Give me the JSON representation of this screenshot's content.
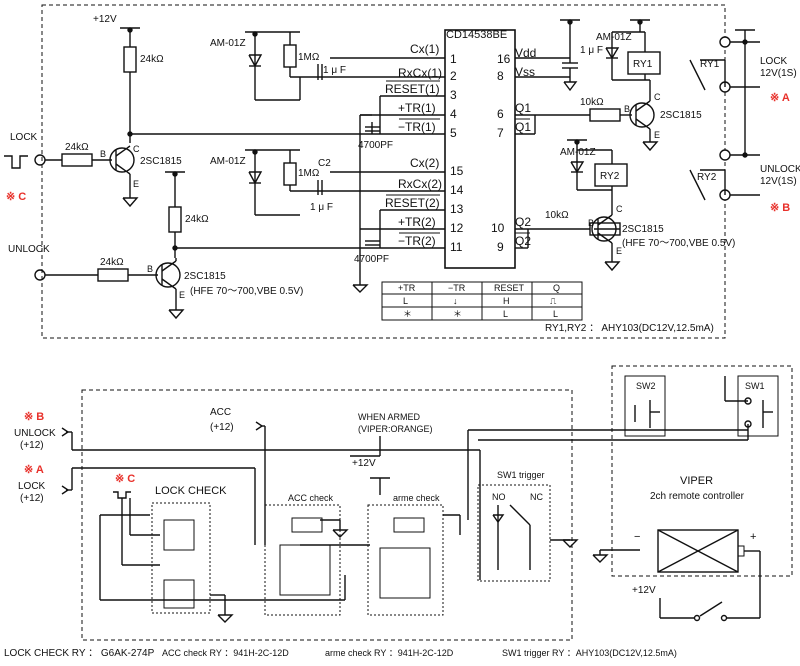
{
  "top": {
    "ic_name": "CD14538BE",
    "left_pins": [
      {
        "name": "Cx(1)",
        "num": "1"
      },
      {
        "name": "RxCx(1)",
        "num": "2"
      },
      {
        "name": "RESET(1)",
        "num": "3"
      },
      {
        "name": "+TR(1)",
        "num": "4"
      },
      {
        "name": "−TR(1)",
        "num": "5"
      },
      {
        "name": "Cx(2)",
        "num": "15"
      },
      {
        "name": "RxCx(2)",
        "num": "14"
      },
      {
        "name": "RESET(2)",
        "num": "13"
      },
      {
        "name": "+TR(2)",
        "num": "12"
      },
      {
        "name": "−TR(2)",
        "num": "11"
      }
    ],
    "right_pins": [
      {
        "name": "Vdd",
        "num": "16"
      },
      {
        "name": "Vss",
        "num": "8"
      },
      {
        "name": "Q1",
        "num": "6"
      },
      {
        "name": "Q1",
        "num": "7"
      },
      {
        "name": "Q2",
        "num": "10"
      },
      {
        "name": "Q2",
        "num": "9"
      }
    ],
    "v12": "+12V",
    "r24k": "24kΩ",
    "r10k": "10kΩ",
    "r1m": "1MΩ",
    "cap1u": "1 μ F",
    "cap4700": "4700PF",
    "c2": "C2",
    "diode": "AM-01Z",
    "transistor": "2SC1815",
    "hfe_right": "(HFE 70〜700,VBE 0.5V)",
    "hfe_left": "(HFE 70〜700,VBE 0.5V)",
    "lock_in": "LOCK",
    "unlock_in": "UNLOCK",
    "mark_a": "※ A",
    "mark_b": "※ B",
    "mark_c": "※ C",
    "ry1": "RY1",
    "ry2": "RY2",
    "lock_out": "LOCK",
    "lock_out2": "12V(1S)",
    "unlock_out": "UNLOCK",
    "unlock_out2": "12V(1S)",
    "pin_b": "B",
    "pin_c": "C",
    "pin_e": "E",
    "truth_header": [
      "+TR",
      "−TR",
      "RESET",
      "Q"
    ],
    "truth_rows": [
      [
        "L",
        "↓",
        "H",
        "⎍"
      ],
      [
        "＊",
        "＊",
        "L",
        "L"
      ]
    ],
    "relay_note": "RY1,RY2 ： AHY103(DC12V,12.5mA)"
  },
  "bottom": {
    "mark_b": "※ B",
    "unlock": "UNLOCK",
    "unlock_v": "(+12)",
    "mark_a": "※ A",
    "lock": "LOCK",
    "lock_v": "(+12)",
    "mark_c": "※ C",
    "lock_check": "LOCK CHECK",
    "acc": "ACC",
    "acc_v": "(+12)",
    "acc_check": "ACC check",
    "when_armed": "WHEN ARMED",
    "viper_orange": "(VIPER:ORANGE)",
    "v12": "+12V",
    "arme_check": "arme check",
    "sw1_trigger": "SW1 trigger",
    "no": "NO",
    "nc": "NC",
    "viper": "VIPER",
    "viper_sub": "2ch  remote controller",
    "sw1": "SW1",
    "sw2": "SW2",
    "v12b": "+12V",
    "minus": "−",
    "plus": "+"
  },
  "footer": {
    "lock_check_ry": "LOCK CHECK RY ： G6AK-274P",
    "acc_check_ry": "ACC check RY    ：941H-2C-12D",
    "arme_check_ry": "arme check  RY   ：941H-2C-12D",
    "sw1_trigger_ry": "SW1 trigger  RY   ：AHY103(DC12V,12.5mA)"
  }
}
